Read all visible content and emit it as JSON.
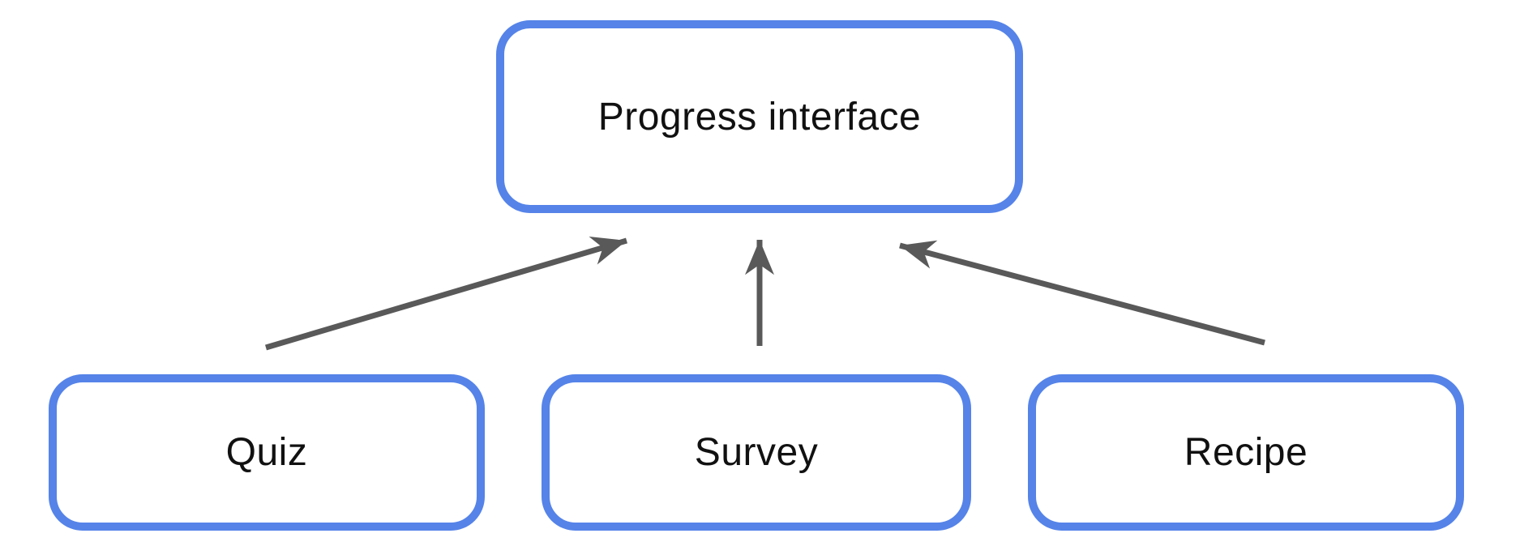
{
  "diagram": {
    "nodes": {
      "progress_interface": {
        "label": "Progress interface"
      },
      "quiz": {
        "label": "Quiz"
      },
      "survey": {
        "label": "Survey"
      },
      "recipe": {
        "label": "Recipe"
      }
    },
    "edges": [
      {
        "from": "quiz",
        "to": "progress_interface",
        "direction": "up-right"
      },
      {
        "from": "survey",
        "to": "progress_interface",
        "direction": "up"
      },
      {
        "from": "recipe",
        "to": "progress_interface",
        "direction": "up-left"
      }
    ],
    "colors": {
      "node_border": "#5583E8",
      "node_fill": "#FFFFFF",
      "arrow": "#595959",
      "label_text": "#111111",
      "background": "#FFFFFF"
    }
  }
}
